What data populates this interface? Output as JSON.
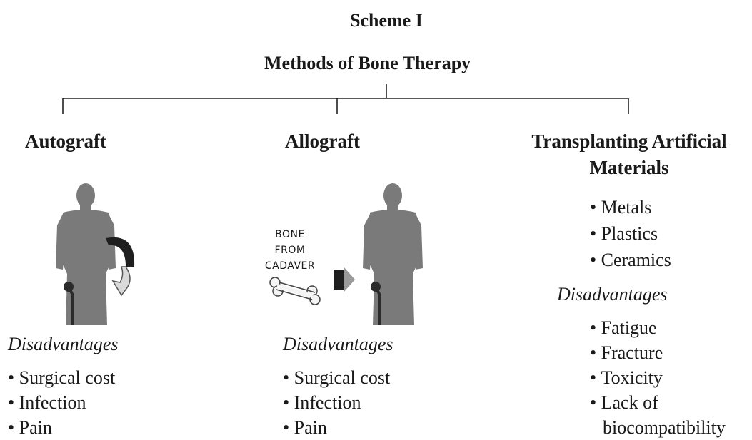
{
  "scheme_title": "Scheme I",
  "main_title": "Methods of Bone Therapy",
  "autograft": {
    "heading": "Autograft",
    "disadvantages_label": "Disadvantages",
    "disadvantages": [
      "Surgical cost",
      "Infection",
      "Pain"
    ]
  },
  "allograft": {
    "heading": "Allograft",
    "bone_text": [
      "BONE",
      "FROM",
      "CADAVER"
    ],
    "disadvantages_label": "Disadvantages",
    "disadvantages": [
      "Surgical cost",
      "Infection",
      "Pain"
    ]
  },
  "artificial": {
    "heading_line1": "Transplanting Artificial",
    "heading_line2": "Materials",
    "materials": [
      "Metals",
      "Plastics",
      "Ceramics"
    ],
    "disadvantages_label": "Disadvantages",
    "disadvantages": [
      "Fatigue",
      "Fracture",
      "Toxicity",
      "Lack of"
    ],
    "disadvantages_continuation": "biocompatibility"
  },
  "colors": {
    "silhouette": "#7a7a7a",
    "implant": "#2b2b2b",
    "arrow_dark": "#1f1f1f",
    "arrow_light": "#d9d9d9"
  }
}
